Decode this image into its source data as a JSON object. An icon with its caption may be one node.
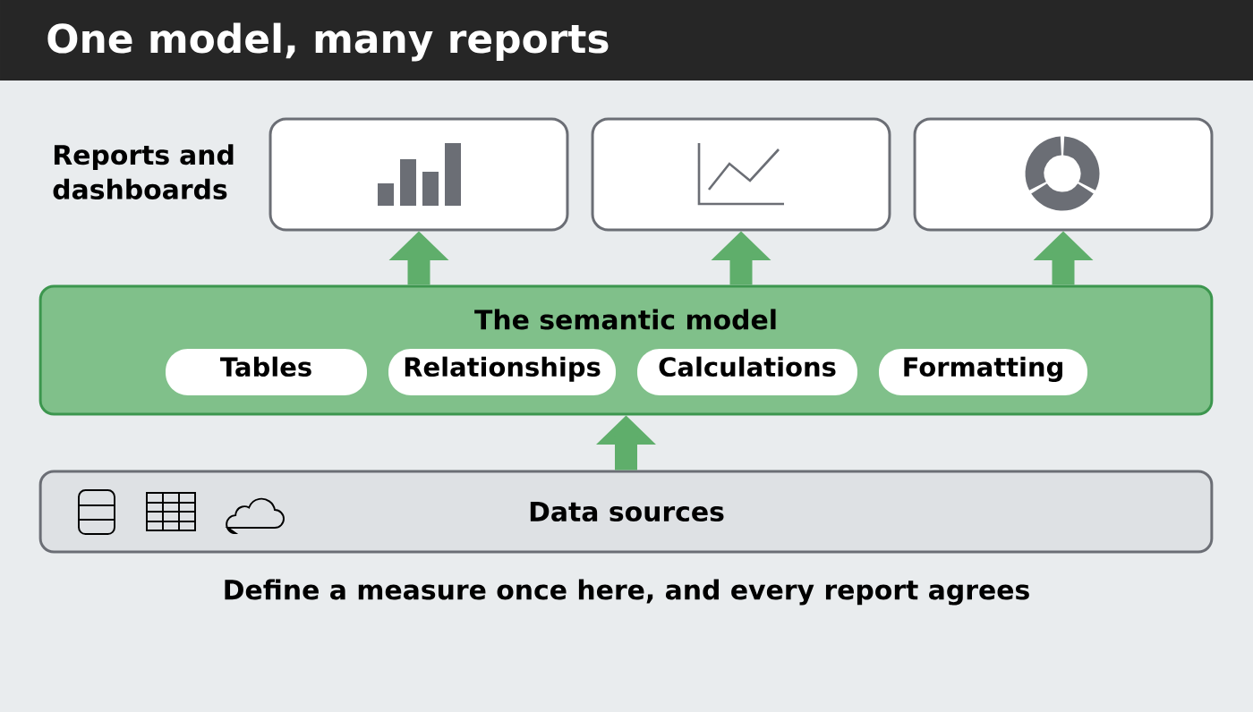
{
  "diagram": {
    "title": "One model, many reports",
    "nodes": [
      {
        "text": [],
        "shape": "box"
      },
      {
        "text": [],
        "shape": "box"
      },
      {
        "text": [],
        "shape": "box"
      },
      {
        "text": [
          "The semantic model"
        ]
      },
      {
        "text": [
          "Tables"
        ],
        "in": 3
      },
      {
        "text": [
          "Relationships"
        ],
        "in": 3
      },
      {
        "text": [
          "Calculations"
        ],
        "in": 3
      },
      {
        "text": [
          "Formatting"
        ],
        "in": 3
      },
      {
        "text": [
          "Data sources"
        ]
      }
    ],
    "edges": [
      {
        "from": 3,
        "to": 0,
        "arrow": "to"
      },
      {
        "from": 3,
        "to": 1,
        "arrow": "to"
      },
      {
        "from": 3,
        "to": 2,
        "arrow": "to"
      },
      {
        "from": 8,
        "to": 3,
        "arrow": "to"
      }
    ],
    "labels": [
      "Reports and dashboards",
      "Define a measure once here, and every report agrees"
    ]
  }
}
